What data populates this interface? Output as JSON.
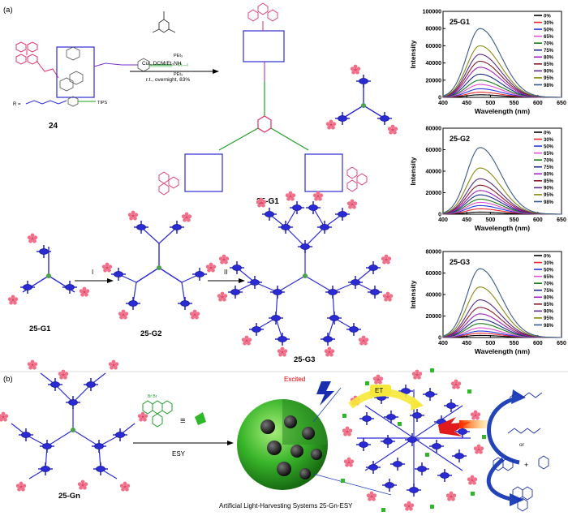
{
  "panel_a": {
    "label": "(a)",
    "compound_24": "24",
    "product": "25-G1",
    "reagent_line1": "CuI, DCM/Et₃NH",
    "reagent_line2": "r.t., overnight, 83%",
    "step1": "I",
    "step2": "II",
    "gen1": "25-G1",
    "gen2": "25-G2",
    "gen3": "25-G3",
    "r_group": "R =",
    "tips": "TIPS",
    "pet3": "PEt₃"
  },
  "panel_b": {
    "label": "(b)",
    "dendrimer": "25-Gn",
    "acceptor": "ESY",
    "equiv": "≡",
    "caption": "Artificial Light-Harvesting Systems 25-Gn-ESY",
    "excited": "Excited",
    "et": "ET",
    "or": "or"
  },
  "colors": {
    "host_blue": "#2b2bd6",
    "guest_pink": "#f0708a",
    "linker_red": "#e0306b",
    "acceptor_green": "#1f9e2a",
    "arrow_blue": "#2344b8"
  },
  "chart_data": [
    {
      "type": "line",
      "title": "25-G1",
      "xlabel": "Wavelength (nm)",
      "ylabel": "Intensity",
      "xlim": [
        400,
        650
      ],
      "ylim": [
        0,
        100000
      ],
      "xticks": [
        "400",
        "450",
        "500",
        "550",
        "600",
        "650"
      ],
      "yticks": [
        "0",
        "20000",
        "40000",
        "60000",
        "80000",
        "100000"
      ],
      "peak_x": 478,
      "legend_position": "top-right",
      "series": [
        {
          "name": "0%",
          "color": "#000000",
          "peak": 3000
        },
        {
          "name": "30%",
          "color": "#e8262b",
          "peak": 6000
        },
        {
          "name": "50%",
          "color": "#2b3ae0",
          "peak": 10000
        },
        {
          "name": "65%",
          "color": "#e14fd4",
          "peak": 15000
        },
        {
          "name": "70%",
          "color": "#1a7a1a",
          "peak": 20000
        },
        {
          "name": "75%",
          "color": "#1c2a8a",
          "peak": 27000
        },
        {
          "name": "80%",
          "color": "#a020c0",
          "peak": 35000
        },
        {
          "name": "85%",
          "color": "#8a1a2a",
          "peak": 42000
        },
        {
          "name": "90%",
          "color": "#5a2a8a",
          "peak": 50000
        },
        {
          "name": "95%",
          "color": "#8a8a10",
          "peak": 60000
        },
        {
          "name": "98%",
          "color": "#3a5a8a",
          "peak": 80000
        }
      ]
    },
    {
      "type": "line",
      "title": "25-G2",
      "xlabel": "Wavelength (nm)",
      "ylabel": "Intensity",
      "xlim": [
        400,
        650
      ],
      "ylim": [
        0,
        80000
      ],
      "xticks": [
        "400",
        "450",
        "500",
        "550",
        "600",
        "650"
      ],
      "yticks": [
        "0",
        "20000",
        "40000",
        "60000",
        "80000"
      ],
      "peak_x": 478,
      "legend_position": "top-right",
      "series": [
        {
          "name": "0%",
          "color": "#000000",
          "peak": 2000
        },
        {
          "name": "30%",
          "color": "#e8262b",
          "peak": 5000
        },
        {
          "name": "50%",
          "color": "#2b3ae0",
          "peak": 8000
        },
        {
          "name": "65%",
          "color": "#e14fd4",
          "peak": 11000
        },
        {
          "name": "70%",
          "color": "#1a7a1a",
          "peak": 14000
        },
        {
          "name": "75%",
          "color": "#1c2a8a",
          "peak": 18000
        },
        {
          "name": "80%",
          "color": "#a020c0",
          "peak": 22000
        },
        {
          "name": "85%",
          "color": "#8a1a2a",
          "peak": 27000
        },
        {
          "name": "90%",
          "color": "#5a2a8a",
          "peak": 33000
        },
        {
          "name": "95%",
          "color": "#8a8a10",
          "peak": 43000
        },
        {
          "name": "98%",
          "color": "#3a5a8a",
          "peak": 62000
        }
      ]
    },
    {
      "type": "line",
      "title": "25-G3",
      "xlabel": "Wavelength (nm)",
      "ylabel": "Intensity",
      "xlim": [
        400,
        650
      ],
      "ylim": [
        0,
        80000
      ],
      "xticks": [
        "400",
        "450",
        "500",
        "550",
        "600",
        "650"
      ],
      "yticks": [
        "0",
        "20000",
        "40000",
        "60000",
        "80000"
      ],
      "peak_x": 478,
      "legend_position": "top-right",
      "series": [
        {
          "name": "0%",
          "color": "#000000",
          "peak": 2000
        },
        {
          "name": "30%",
          "color": "#e8262b",
          "peak": 4000
        },
        {
          "name": "50%",
          "color": "#2b3ae0",
          "peak": 6000
        },
        {
          "name": "65%",
          "color": "#e14fd4",
          "peak": 9000
        },
        {
          "name": "70%",
          "color": "#1a7a1a",
          "peak": 13000
        },
        {
          "name": "75%",
          "color": "#1c2a8a",
          "peak": 17000
        },
        {
          "name": "80%",
          "color": "#a020c0",
          "peak": 22000
        },
        {
          "name": "85%",
          "color": "#8a1a2a",
          "peak": 28000
        },
        {
          "name": "90%",
          "color": "#5a2a8a",
          "peak": 35000
        },
        {
          "name": "95%",
          "color": "#8a8a10",
          "peak": 47000
        },
        {
          "name": "98%",
          "color": "#3a5a8a",
          "peak": 64000
        }
      ]
    }
  ]
}
